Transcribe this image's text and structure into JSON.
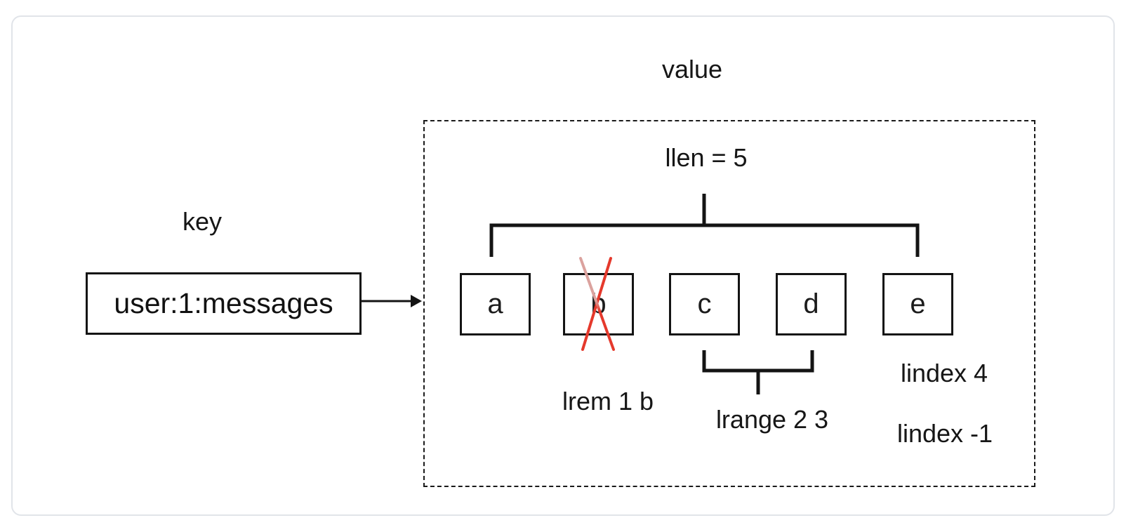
{
  "diagram": {
    "key_section": {
      "title": "key",
      "key_name": "user:1:messages"
    },
    "value_section": {
      "title": "value",
      "llen_label": "llen = 5",
      "items": [
        "a",
        "b",
        "c",
        "d",
        "e"
      ],
      "removed_item": "b",
      "annotations": {
        "lrem": "lrem 1 b",
        "lrange": "lrange 2 3",
        "lindex_positive": "lindex 4",
        "lindex_negative": "lindex -1"
      }
    },
    "colors": {
      "line": "#141414",
      "cross_red": "#e5392c",
      "cross_faded": "#dba29e",
      "card_border": "#e1e4e9"
    }
  }
}
